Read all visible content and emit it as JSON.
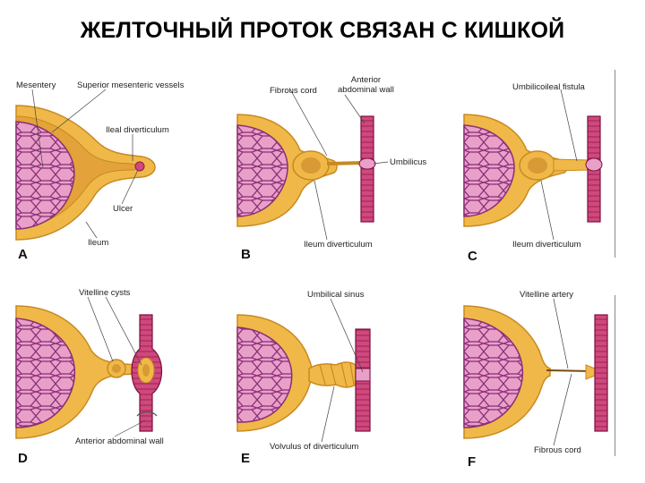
{
  "title": "ЖЕЛТОЧНЫЙ ПРОТОК СВЯЗАН С КИШКОЙ",
  "colors": {
    "intestine_pink": "#e8a0c8",
    "mesh_purple": "#8a2e78",
    "yellow_tissue": "#f0b848",
    "yellow_dark": "#c88a20",
    "wall_red": "#c03a6a",
    "wall_dark": "#7a1040"
  },
  "panels": {
    "a": {
      "letter": "A",
      "mesentery": "Mesentery",
      "vessels": "Superior mesenteric vessels",
      "diverticulum": "Ileal diverticulum",
      "ulcer": "Ulcer",
      "ileum": "Ileum"
    },
    "b": {
      "letter": "B",
      "cord": "Fibrous cord",
      "wall": "Anterior\nabdominal wall",
      "umbilicus": "Umbilicus",
      "diverticulum": "Ileum diverticulum"
    },
    "c": {
      "letter": "C",
      "fistula": "Umbilicoileal fistula",
      "diverticulum": "Ileum diverticulum"
    },
    "d": {
      "letter": "D",
      "cysts": "Vitelline cysts",
      "wall": "Anterior abdominal wall"
    },
    "e": {
      "letter": "E",
      "sinus": "Umbilical sinus",
      "volvulus": "Volvulus of diverticulum"
    },
    "f": {
      "letter": "F",
      "artery": "Vitelline artery",
      "cord": "Fibrous cord"
    }
  }
}
